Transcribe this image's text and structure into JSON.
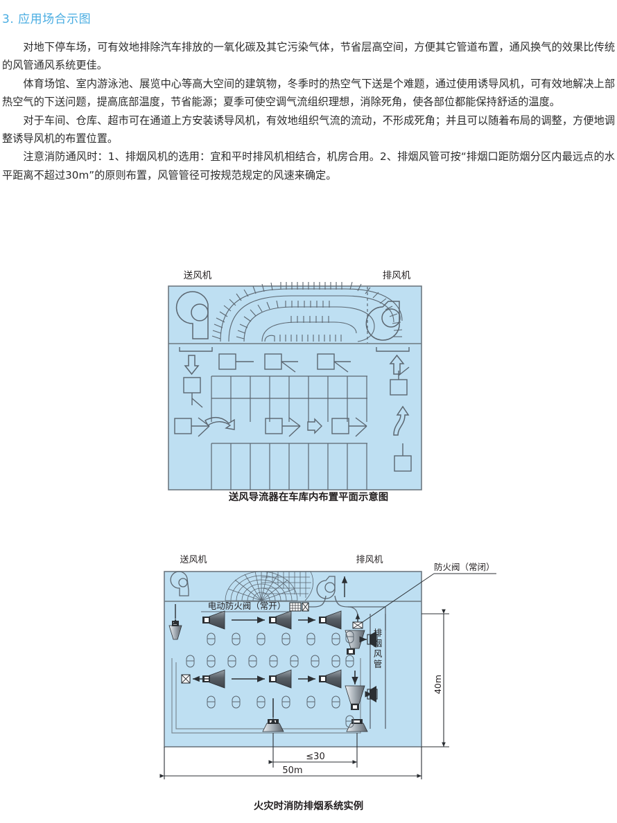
{
  "heading": {
    "text": "3. 应用场合示图",
    "color": "#4aade2"
  },
  "body": {
    "paragraphs": [
      "对地下停车场，可有效地排除汽车排放的一氧化碳及其它污染气体，节省层高空间，方便其它管道布置，通风换气的效果比传统的风管通风系统更佳。",
      "体育场馆、室内游泳池、展览中心等高大空间的建筑物，冬季时的热空气下送是个难题，通过使用诱导风机，可有效地解决上部热空气的下送问题，提高底部温度，节省能源；夏季可使空调气流组织理想，消除死角，使各部位都能保持舒适的温度。",
      "对于车间、仓库、超市可在通道上方安装诱导风机，有效地组织气流的流动，不形成死角；并且可以随着布局的调整，方便地调整诱导风机的布置位置。",
      "注意消防通风时：1、排烟风机的选用：宜和平时排风机相结合，机房合用。2、排烟风管可按“排烟口距防烟分区内最远点的水平距离不超过30m”的原则布置，风管管径可按规范规定的风速来确定。"
    ]
  },
  "figure_one": {
    "caption": "送风导流器在车库内布置平面示意图",
    "labels": {
      "supply_fan": "送风机",
      "exhaust_fan": "排风机"
    },
    "colors": {
      "fill": "#bedff2",
      "stroke": "#5b6670",
      "border": "#6d7880"
    }
  },
  "figure_two": {
    "caption": "火灾时消防排烟系统实例",
    "labels": {
      "supply_fan": "送风机",
      "exhaust_fan": "排风机",
      "fire_damper_closed": "防火阀（常闭）",
      "motor_fire_damper_open": "电动防火阀（常开）",
      "smoke_duct": "排烟风管",
      "dim_height": "40m",
      "dim_span": "≤30",
      "dim_width": "50m"
    },
    "colors": {
      "fill": "#bedff2",
      "stroke": "#5b6670",
      "fan_dark": "#4d5257",
      "fan_light": "#d6dde2"
    }
  }
}
